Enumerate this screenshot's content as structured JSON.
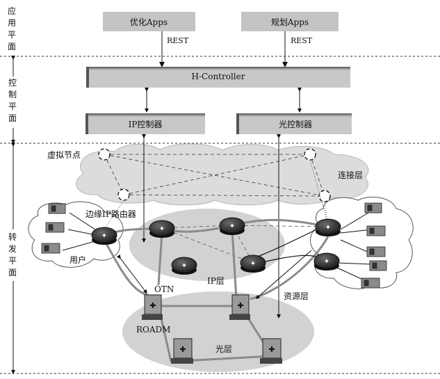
{
  "planes": {
    "application": [
      "应",
      "用",
      "平",
      "面"
    ],
    "control": [
      "控",
      "制",
      "平",
      "面"
    ],
    "forwarding": [
      "转",
      "发",
      "平",
      "面"
    ]
  },
  "apps": {
    "optimize": "优化Apps",
    "planning": "规划Apps",
    "rest_left": "REST",
    "rest_right": "REST"
  },
  "controllers": {
    "h_controller": "H-Controller",
    "ip_controller": "IP控制器",
    "optical_controller": "光控制器"
  },
  "labels": {
    "virtual_node": "虚拟节点",
    "connection_layer": "连接层",
    "edge_ip_router": "边缘IP路由器",
    "user": "用户",
    "ip_layer": "IP层",
    "otn": "OTN",
    "resource_layer": "资源层",
    "roadm": "ROADM",
    "optical_layer": "光层"
  },
  "colors": {
    "app_box": "#c4c4c4",
    "controller_box": "#c8c8c8",
    "cloud": "#dcdcdc",
    "layer_ellipse": "#d2d2d2",
    "router_dark": "#2a2a2a",
    "link_gray": "#8a8a8a"
  }
}
